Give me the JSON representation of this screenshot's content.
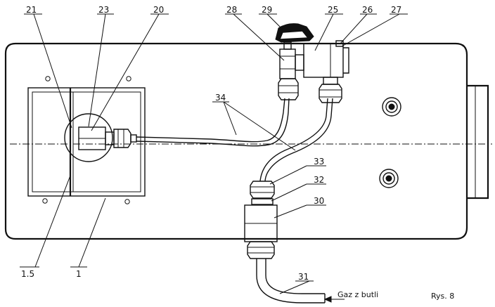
{
  "callouts": {
    "c21": "21",
    "c23": "23",
    "c20": "20",
    "c28": "28",
    "c29": "29",
    "c25": "25",
    "c26": "26",
    "c27": "27",
    "c34": "34",
    "c33": "33",
    "c32": "32",
    "c30": "30",
    "c15": "1.5",
    "c1": "1",
    "c31": "31"
  },
  "annotations": {
    "gas_source": "Gaz z butli",
    "figure_label": "Rys. 8"
  }
}
